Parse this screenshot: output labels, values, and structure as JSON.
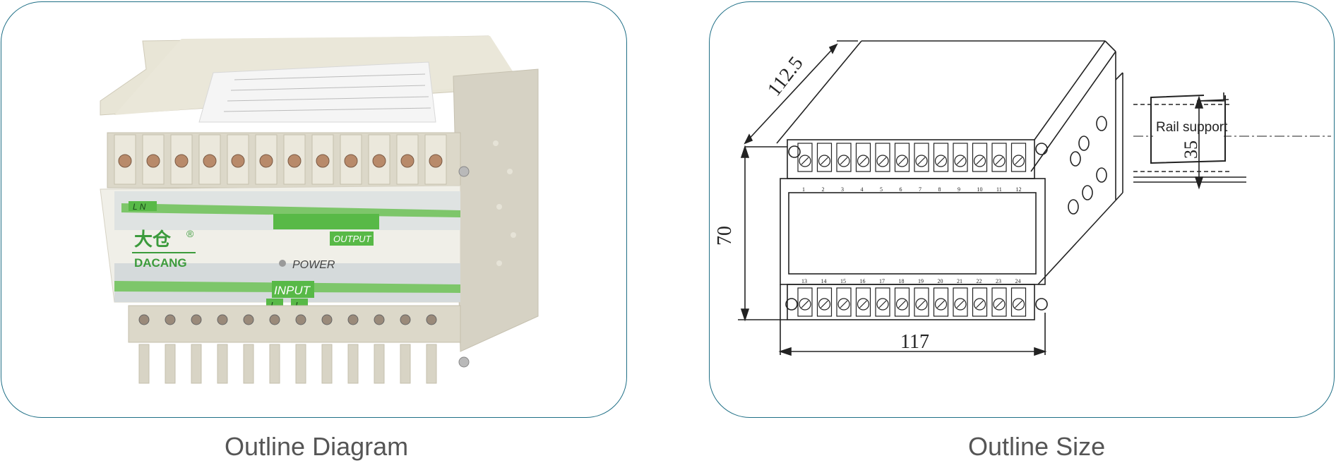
{
  "captions": {
    "left": "Outline Diagram",
    "right": "Outline Size"
  },
  "device": {
    "brand_cn": "大仓",
    "registered": "®",
    "brand_en": "DACANG",
    "power_label": "POWER",
    "output_label": "OUTPUT",
    "input_label": "INPUT",
    "ln_label": "L  N",
    "input_terms": [
      "I",
      "I"
    ]
  },
  "drawing": {
    "dim_depth": "112.5",
    "dim_height": "70",
    "dim_width": "117",
    "dim_rail": "35",
    "rail_label": "Rail support",
    "top_terminal_numbers": [
      "1",
      "2",
      "3",
      "4",
      "5",
      "6",
      "7",
      "8",
      "9",
      "10",
      "11",
      "12"
    ],
    "bottom_terminal_numbers": [
      "13",
      "14",
      "15",
      "16",
      "17",
      "18",
      "19",
      "20",
      "21",
      "22",
      "23",
      "24"
    ]
  },
  "colors": {
    "border": "#1f6f86",
    "caption_text": "#555555",
    "label_green": "#58b947",
    "body_beige": "#e6e2d3"
  }
}
